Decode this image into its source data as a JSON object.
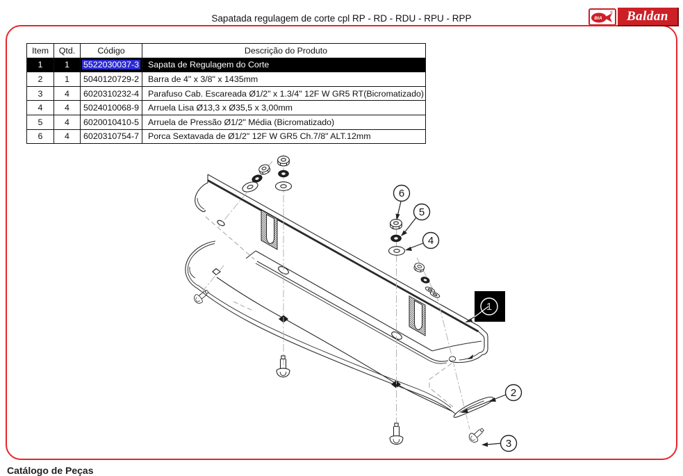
{
  "page": {
    "title": "Sapatada regulagem de corte cpl RP - RD - RDU - RPU - RPP",
    "footer": "Catálogo de Peças",
    "border_color": "#e5262b"
  },
  "logo": {
    "brand": "Baldan",
    "fish_text": "BIA",
    "registered_mark": "®",
    "red": "#cc2027"
  },
  "table": {
    "headers": [
      "Item",
      "Qtd.",
      "Código",
      "Descrição do Produto"
    ],
    "rows": [
      {
        "item": "1",
        "qty": "1",
        "code": "5522030037-3",
        "desc": "Sapata de Regulagem do Corte",
        "highlighted": true
      },
      {
        "item": "2",
        "qty": "1",
        "code": "5040120729-2",
        "desc": "Barra de 4\" x 3/8\" x 1435mm",
        "highlighted": false
      },
      {
        "item": "3",
        "qty": "4",
        "code": "6020310232-4",
        "desc": "Parafuso Cab. Escareada Ø1/2\" x 1.3/4\" 12F W GR5 RT(Bicromatizado)",
        "highlighted": false
      },
      {
        "item": "4",
        "qty": "4",
        "code": "5024010068-9",
        "desc": "Arruela Lisa Ø13,3 x Ø35,5 x 3,00mm",
        "highlighted": false
      },
      {
        "item": "5",
        "qty": "4",
        "code": "6020010410-5",
        "desc": "Arruela de Pressão Ø1/2\" Média (Bicromatizado)",
        "highlighted": false
      },
      {
        "item": "6",
        "qty": "4",
        "code": "6020310754-7",
        "desc": "Porca Sextavada de Ø1/2\" 12F  W GR5 Ch.7/8\" ALT.12mm",
        "highlighted": false
      }
    ],
    "highlight_colors": {
      "row_bg": "#000000",
      "row_fg": "#ffffff",
      "code_bg": "#2b2ad2"
    }
  },
  "diagram": {
    "callouts": [
      {
        "n": "1",
        "style": "black-square"
      },
      {
        "n": "2",
        "style": "circle"
      },
      {
        "n": "3",
        "style": "circle"
      },
      {
        "n": "4",
        "style": "circle"
      },
      {
        "n": "5",
        "style": "circle"
      },
      {
        "n": "6",
        "style": "circle"
      }
    ]
  }
}
